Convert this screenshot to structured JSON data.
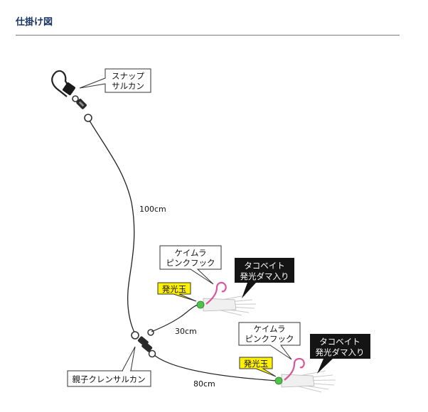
{
  "header": {
    "title": "仕掛け図"
  },
  "snap": {
    "line1": "スナップ",
    "line2": "サルカン"
  },
  "lengths": {
    "main": "100cm",
    "upper_branch": "30cm",
    "lower_branch": "80cm"
  },
  "hook_upper": {
    "line1": "ケイムラ",
    "line2": "ピンクフック"
  },
  "hook_lower": {
    "line1": "ケイムラ",
    "line2": "ピンクフック"
  },
  "bead_upper": {
    "label": "発光玉"
  },
  "bead_lower": {
    "label": "発光玉"
  },
  "octopus_upper": {
    "line1": "タコベイト",
    "line2": "発光ダマ入り"
  },
  "octopus_lower": {
    "line1": "タコベイト",
    "line2": "発光ダマ入り"
  },
  "crane": {
    "label": "親子クレンサルカン"
  },
  "colors": {
    "title": "#1a3563",
    "bead_tag": "#fff200",
    "octopus_tag": "#111111",
    "hook": "#d9559a",
    "bead": "#4fc24a"
  }
}
